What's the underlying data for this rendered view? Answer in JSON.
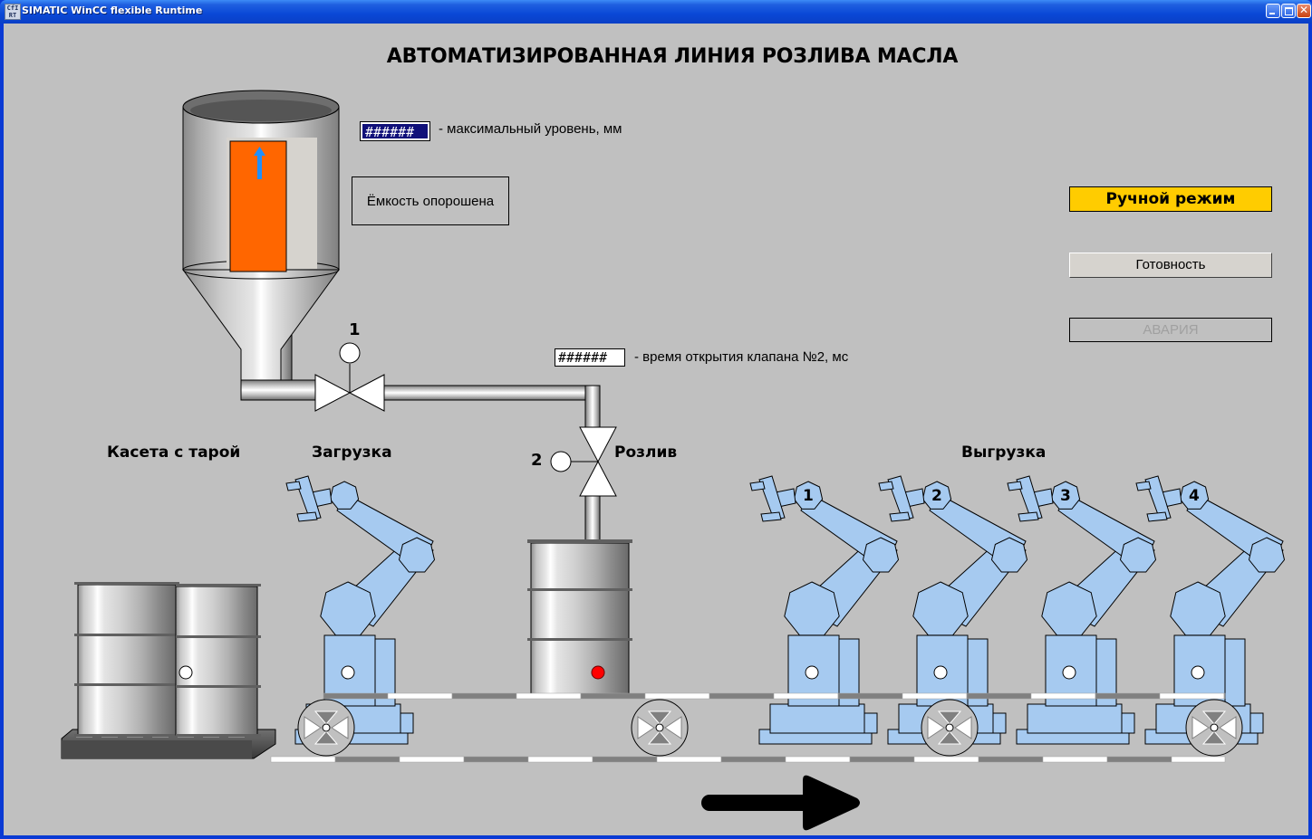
{
  "window": {
    "title": "SIMATIC WinCC flexible Runtime",
    "icon_text": "CfI RT",
    "minimize_icon": "minimize-icon",
    "maximize_icon": "maximize-icon",
    "close_label": "✕"
  },
  "page": {
    "title": "АВТОМАТИЗИРОВАННАЯ ЛИНИЯ РОЗЛИВА МАСЛА"
  },
  "tank": {
    "max_level_value": "######",
    "max_level_label": "- максимальный уровень, мм",
    "status_message": "Ёмкость опорошена",
    "level_bar_color": "#ff6600",
    "level_arrow": "arrow-up-icon"
  },
  "valves": [
    {
      "number": "1",
      "name": "valve-1"
    },
    {
      "number": "2",
      "name": "valve-2"
    }
  ],
  "valve2_time": {
    "value": "######",
    "label": "- время открытия клапана №2, мс"
  },
  "modes": {
    "manual_label": "Ручной режим",
    "manual_color": "#ffcc00",
    "ready_label": "Готовность",
    "alarm_label": "АВАРИЯ"
  },
  "sections": {
    "cassette": "Касета с тарой",
    "loading": "Загрузка",
    "filling": "Розлив",
    "unloading": "Выгрузка"
  },
  "unload_robots": [
    "1",
    "2",
    "3",
    "4"
  ],
  "indicators": {
    "filling_barrel_color": "#ff0000",
    "idle_color": "#ffffff"
  },
  "conveyor": {
    "direction": "right",
    "direction_icon": "arrow-right-icon"
  },
  "colors": {
    "background": "#c0c0c0",
    "robot": "#a6caf0",
    "titlebar": "#0a48d6"
  }
}
